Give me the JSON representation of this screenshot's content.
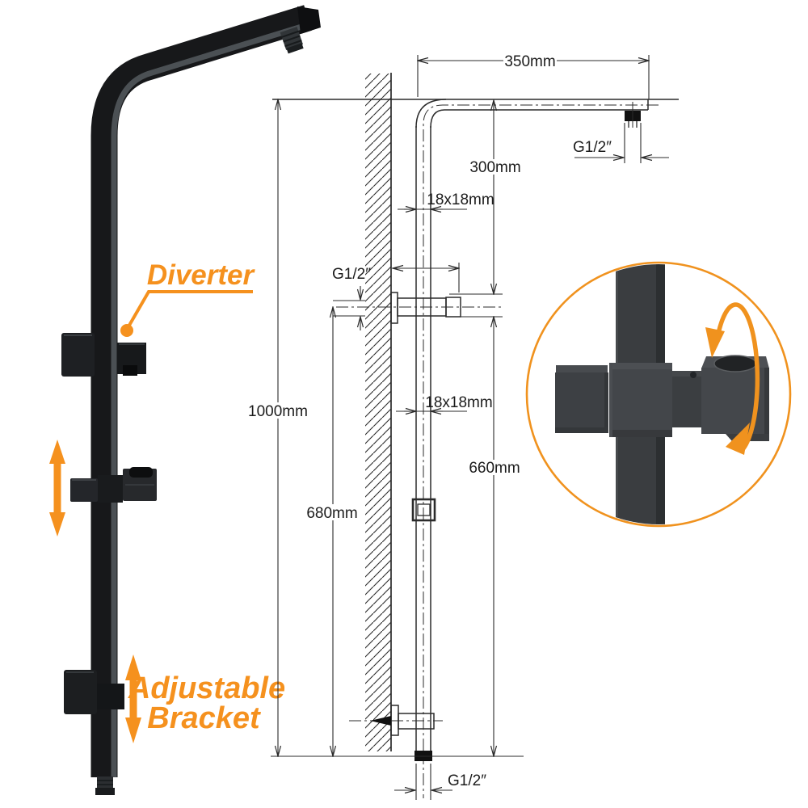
{
  "product": {
    "callout_diverter": "Diverter",
    "callout_adjustable_line1": "Adjustable",
    "callout_adjustable_line2": "Bracket"
  },
  "drawing": {
    "dim_arm_width": "350mm",
    "dim_arm_outlet_thread": "G1/2″",
    "dim_arm_drop": "300mm",
    "dim_profile_top": "18x18mm",
    "dim_wall_inlet_thread": "G1/2″",
    "dim_total_height": "1000mm",
    "dim_profile_mid": "18x18mm",
    "dim_lower_height": "660mm",
    "dim_bracket_height": "680mm",
    "dim_bottom_outlet_thread": "G1/2″"
  },
  "icons": {
    "adjust_arrows": "up-down-arrow",
    "rotation": "rotation-arrow",
    "anchor": "wall-anchor-arrow",
    "callout_marker": "callout-dot"
  },
  "colors": {
    "accent_orange": "#F5911E",
    "line": "#2B2B2B",
    "product_black": "#17181A",
    "detail_gray": "#3D4044",
    "background": "#FFFFFF"
  }
}
